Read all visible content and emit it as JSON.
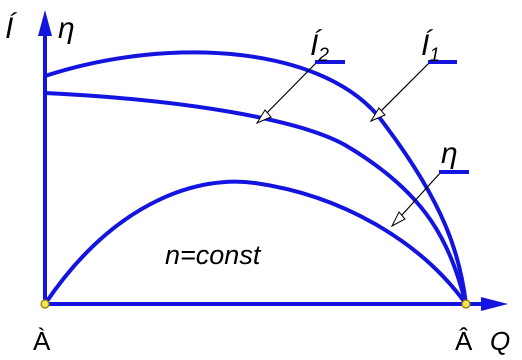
{
  "axes": {
    "y_axis_label_1": "Í",
    "y_axis_label_2": "η",
    "x_axis_label": "Q",
    "origin_label": "À",
    "endpoint_label": "Â"
  },
  "curves": {
    "head_curve_1": {
      "label_main": "Í",
      "label_sub": "1"
    },
    "head_curve_2": {
      "label_main": "Í",
      "label_sub": "2"
    },
    "efficiency_curve": {
      "label_main": "η"
    }
  },
  "annotation": "n=const",
  "colors": {
    "curve_blue": "#1414e0",
    "text_black": "#000000",
    "point_yellow": "#f2e64a"
  }
}
